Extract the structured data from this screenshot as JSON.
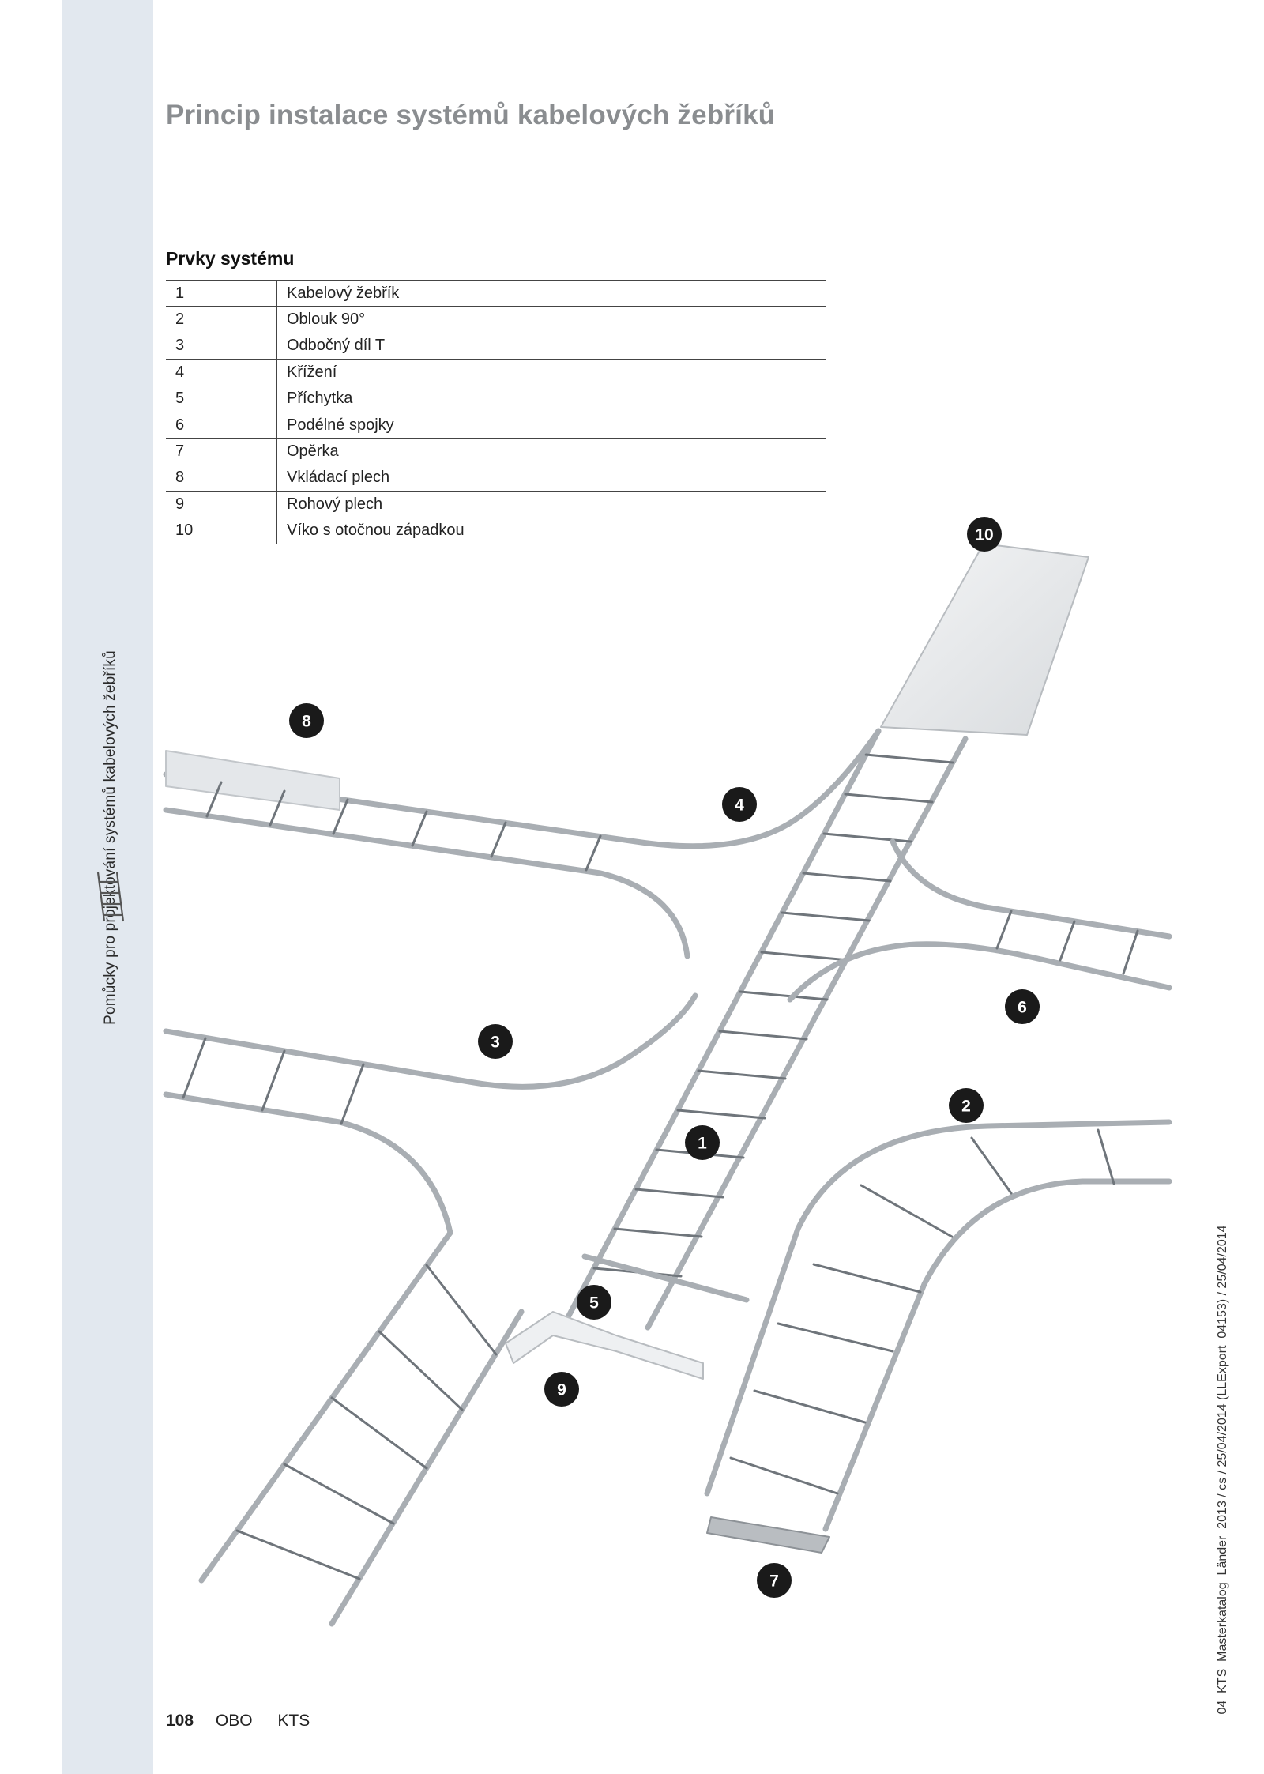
{
  "title": "Princip instalace systémů kabelových žebříků",
  "sidebar": {
    "text": "Pomůcky pro projektování systémů kabelových žebříků",
    "icon": "ladder-icon"
  },
  "parts": {
    "heading": "Prvky systému",
    "items": [
      {
        "num": "1",
        "label": "Kabelový žebřík"
      },
      {
        "num": "2",
        "label": "Oblouk 90°"
      },
      {
        "num": "3",
        "label": "Odbočný díl T"
      },
      {
        "num": "4",
        "label": "Křížení"
      },
      {
        "num": "5",
        "label": "Příchytka"
      },
      {
        "num": "6",
        "label": "Podélné spojky"
      },
      {
        "num": "7",
        "label": "Opěrka"
      },
      {
        "num": "8",
        "label": "Vkládací plech"
      },
      {
        "num": "9",
        "label": "Rohový plech"
      },
      {
        "num": "10",
        "label": "Víko s otočnou západkou"
      }
    ]
  },
  "callouts": [
    "10",
    "8",
    "4",
    "6",
    "3",
    "2",
    "1",
    "5",
    "9",
    "7"
  ],
  "footer": {
    "page": "108",
    "brand": "OBO",
    "section": "KTS"
  },
  "doc_id": "04_KTS_Masterkatalog_Länder_2013 / cs / 25/04/2014 (LLExport_04153) / 25/04/2014"
}
